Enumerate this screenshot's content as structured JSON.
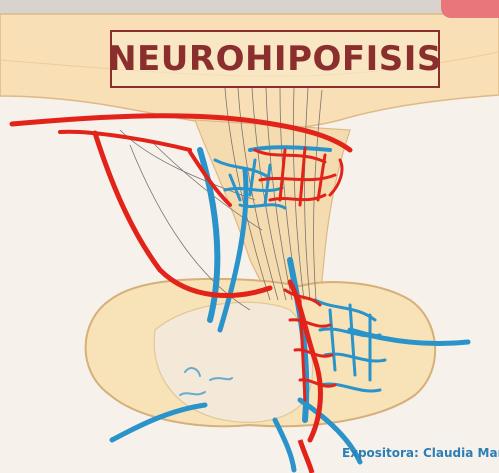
{
  "title": "NEUROHIPOFISIS",
  "credit": "Expositora: Claudia Mar",
  "colors": {
    "title_text": "#8a2e2e",
    "artery": "#e2231a",
    "vein": "#2a93c9",
    "tissue": "#f7d9a6",
    "tissue_edge": "#d9b47c",
    "credit_text": "#2a7fb6"
  },
  "icons": {
    "illustration": "pituitary-gland-illustration"
  }
}
